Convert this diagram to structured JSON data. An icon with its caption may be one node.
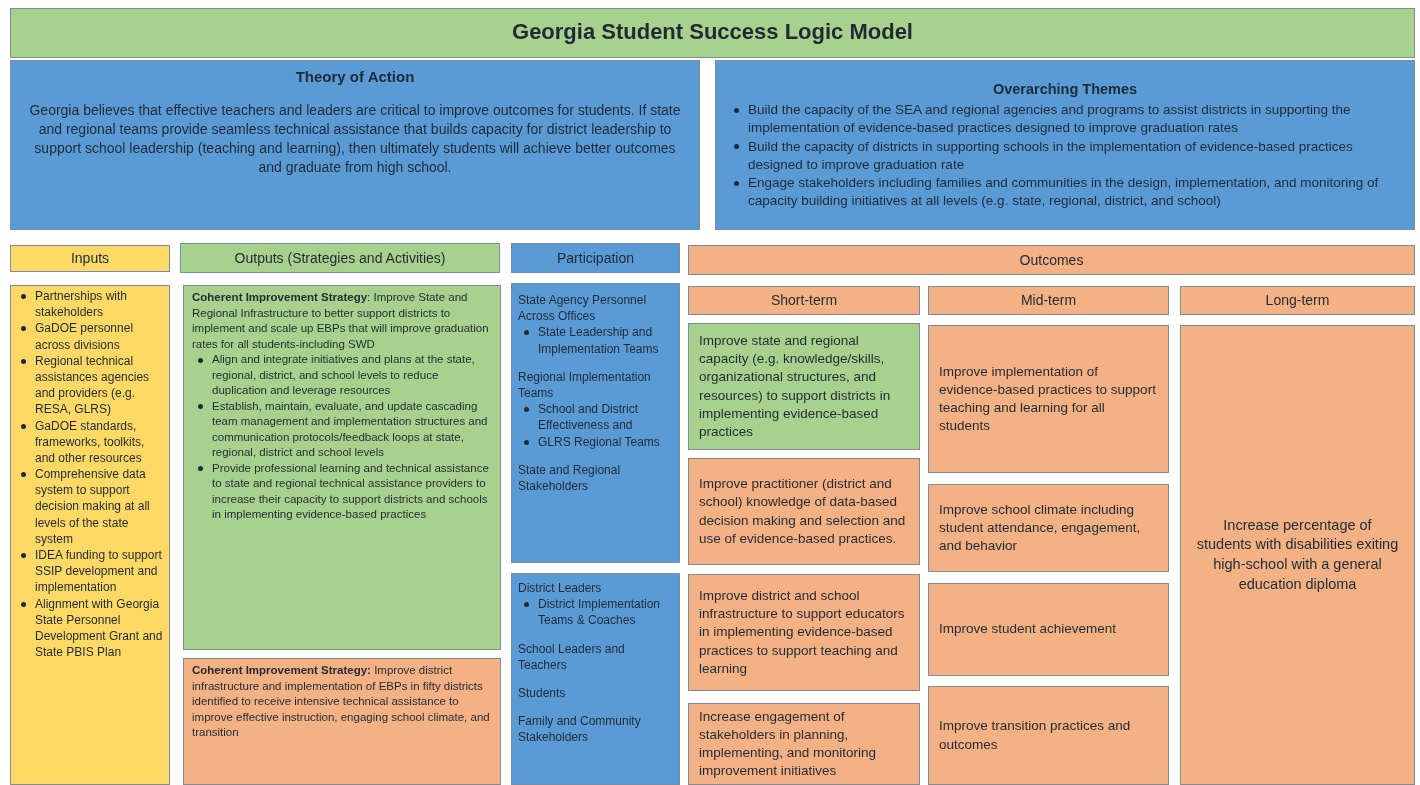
{
  "diagram": {
    "nodes": [
      {
        "text": [
          "Georgia Student Success Logic Model"
        ]
      },
      {
        "text": [
          "Theory of Action",
          "Georgia believes that effective teachers and leaders are critical to improve outcomes for students. If state and regional teams provide seamless technical assistance that builds capacity for district leadership to support school leadership (teaching and learning), then ultimately students will achieve better outcomes and graduate from high school."
        ]
      },
      {
        "text": [
          "Overarching Themes",
          "Build the capacity of the SEA and regional agencies and programs to assist districts in supporting the implementation of evidence-based practices designed to improve graduation rates",
          "Build the capacity of districts in supporting  schools in the implementation of evidence-based practices designed to improve graduation rate",
          "Engage stakeholders including families and communities in the design, implementation, and monitoring of capacity building initiatives at all levels (e.g. state, regional, district, and school)"
        ]
      },
      {
        "text": [
          "Inputs"
        ]
      },
      {
        "text": [
          "Partnerships with stakeholders",
          "GaDOE personnel across divisions",
          "Regional technical assistances agencies and providers (e.g. RESA, GLRS)",
          "GaDOE standards, frameworks, toolkits, and other resources",
          "Comprehensive data system to support decision making at all levels of the state system",
          "IDEA funding to support SSIP development and implementation",
          "Alignment with Georgia State Personnel Development Grant and State PBIS Plan"
        ]
      },
      {
        "text": [
          "Outputs (Strategies and Activities)"
        ]
      },
      {
        "text": [
          "**Coherent Improvement Strategy**: Improve State and Regional Infrastructure to better support districts to implement and scale up EBPs that will improve graduation rates for all students-including SWD",
          "Align and integrate initiatives and plans at the state, regional, district, and school levels to reduce duplication and leverage resources",
          "Establish, maintain, evaluate, and update cascading team management and implementation structures and communication protocols/feedback loops at state, regional, district and school levels",
          "Provide professional learning and technical assistance to state and regional technical assistance providers to increase their capacity to support districts and schools in implementing evidence-based practices"
        ]
      },
      {
        "text": [
          "**Coherent Improvement Strategy:** Improve district infrastructure and implementation of EBPs in fifty districts identified to receive intensive technical assistance to improve effective instruction, engaging school climate, and transition"
        ]
      },
      {
        "text": [
          "Participation"
        ]
      },
      {
        "text": [
          "State Agency Personnel Across Offices",
          "State Leadership and Implementation Teams",
          "Regional Implementation Teams",
          "School and District Effectiveness and",
          "GLRS Regional Teams",
          "State and Regional Stakeholders"
        ]
      },
      {
        "text": [
          "District Leaders",
          "District Implementation Teams & Coaches",
          "School Leaders and Teachers",
          "Students",
          "Family and Community Stakeholders"
        ]
      },
      {
        "text": [
          "Outcomes"
        ]
      },
      {
        "text": [
          "Short-term"
        ]
      },
      {
        "text": [
          "Mid-term"
        ]
      },
      {
        "text": [
          "Long-term"
        ]
      },
      {
        "text": [
          "Improve state and regional capacity (e.g. knowledge/skills, organizational structures, and resources) to support districts in implementing evidence-based practices"
        ]
      },
      {
        "text": [
          "Improve practitioner (district and school) knowledge of data-based decision making and selection and use of evidence-based practices."
        ]
      },
      {
        "text": [
          "Improve district and school infrastructure to support educators in implementing evidence-based practices to support teaching and learning"
        ]
      },
      {
        "text": [
          "Increase engagement of stakeholders in planning, implementing, and monitoring improvement initiatives"
        ]
      },
      {
        "text": [
          "Improve implementation of evidence-based practices to support teaching and learning for all students"
        ]
      },
      {
        "text": [
          "Improve school climate including student attendance, engagement, and behavior"
        ]
      },
      {
        "text": [
          "Improve student achievement"
        ]
      },
      {
        "text": [
          "Improve transition practices and outcomes"
        ]
      },
      {
        "text": [
          "Increase percentage of students with disabilities exiting high-school with a general education diploma"
        ]
      }
    ]
  }
}
